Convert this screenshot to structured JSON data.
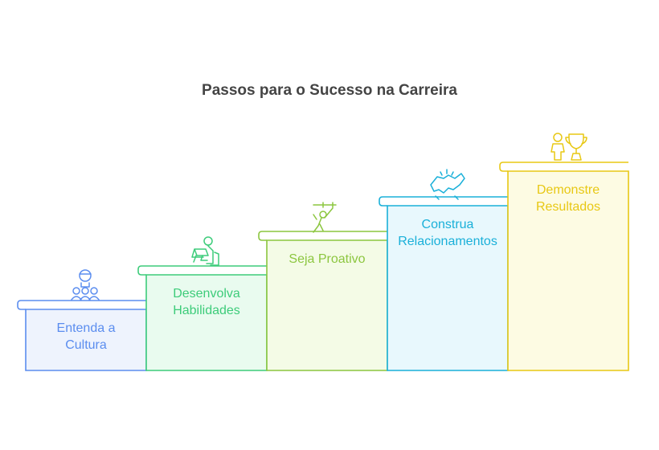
{
  "title": "Passos para o Sucesso na Carreira",
  "steps": [
    {
      "lines": [
        "Entenda a",
        "Cultura"
      ],
      "icon": "team-leader-icon",
      "color": "#5b8def",
      "fill": "#eef3fd"
    },
    {
      "lines": [
        "Desenvolva",
        "Habilidades"
      ],
      "icon": "person-at-laptop-icon",
      "color": "#3dcc7a",
      "fill": "#e9fbef"
    },
    {
      "lines": [
        "Seja Proativo"
      ],
      "icon": "person-reaching-icon",
      "color": "#8cc63f",
      "fill": "#f4fbe6"
    },
    {
      "lines": [
        "Construa",
        "Relacionamentos"
      ],
      "icon": "handshake-icon",
      "color": "#1ab0d9",
      "fill": "#e8f8fd"
    },
    {
      "lines": [
        "Demonstre",
        "Resultados"
      ],
      "icon": "person-trophy-icon",
      "color": "#e8c814",
      "fill": "#fdfbe3"
    }
  ]
}
